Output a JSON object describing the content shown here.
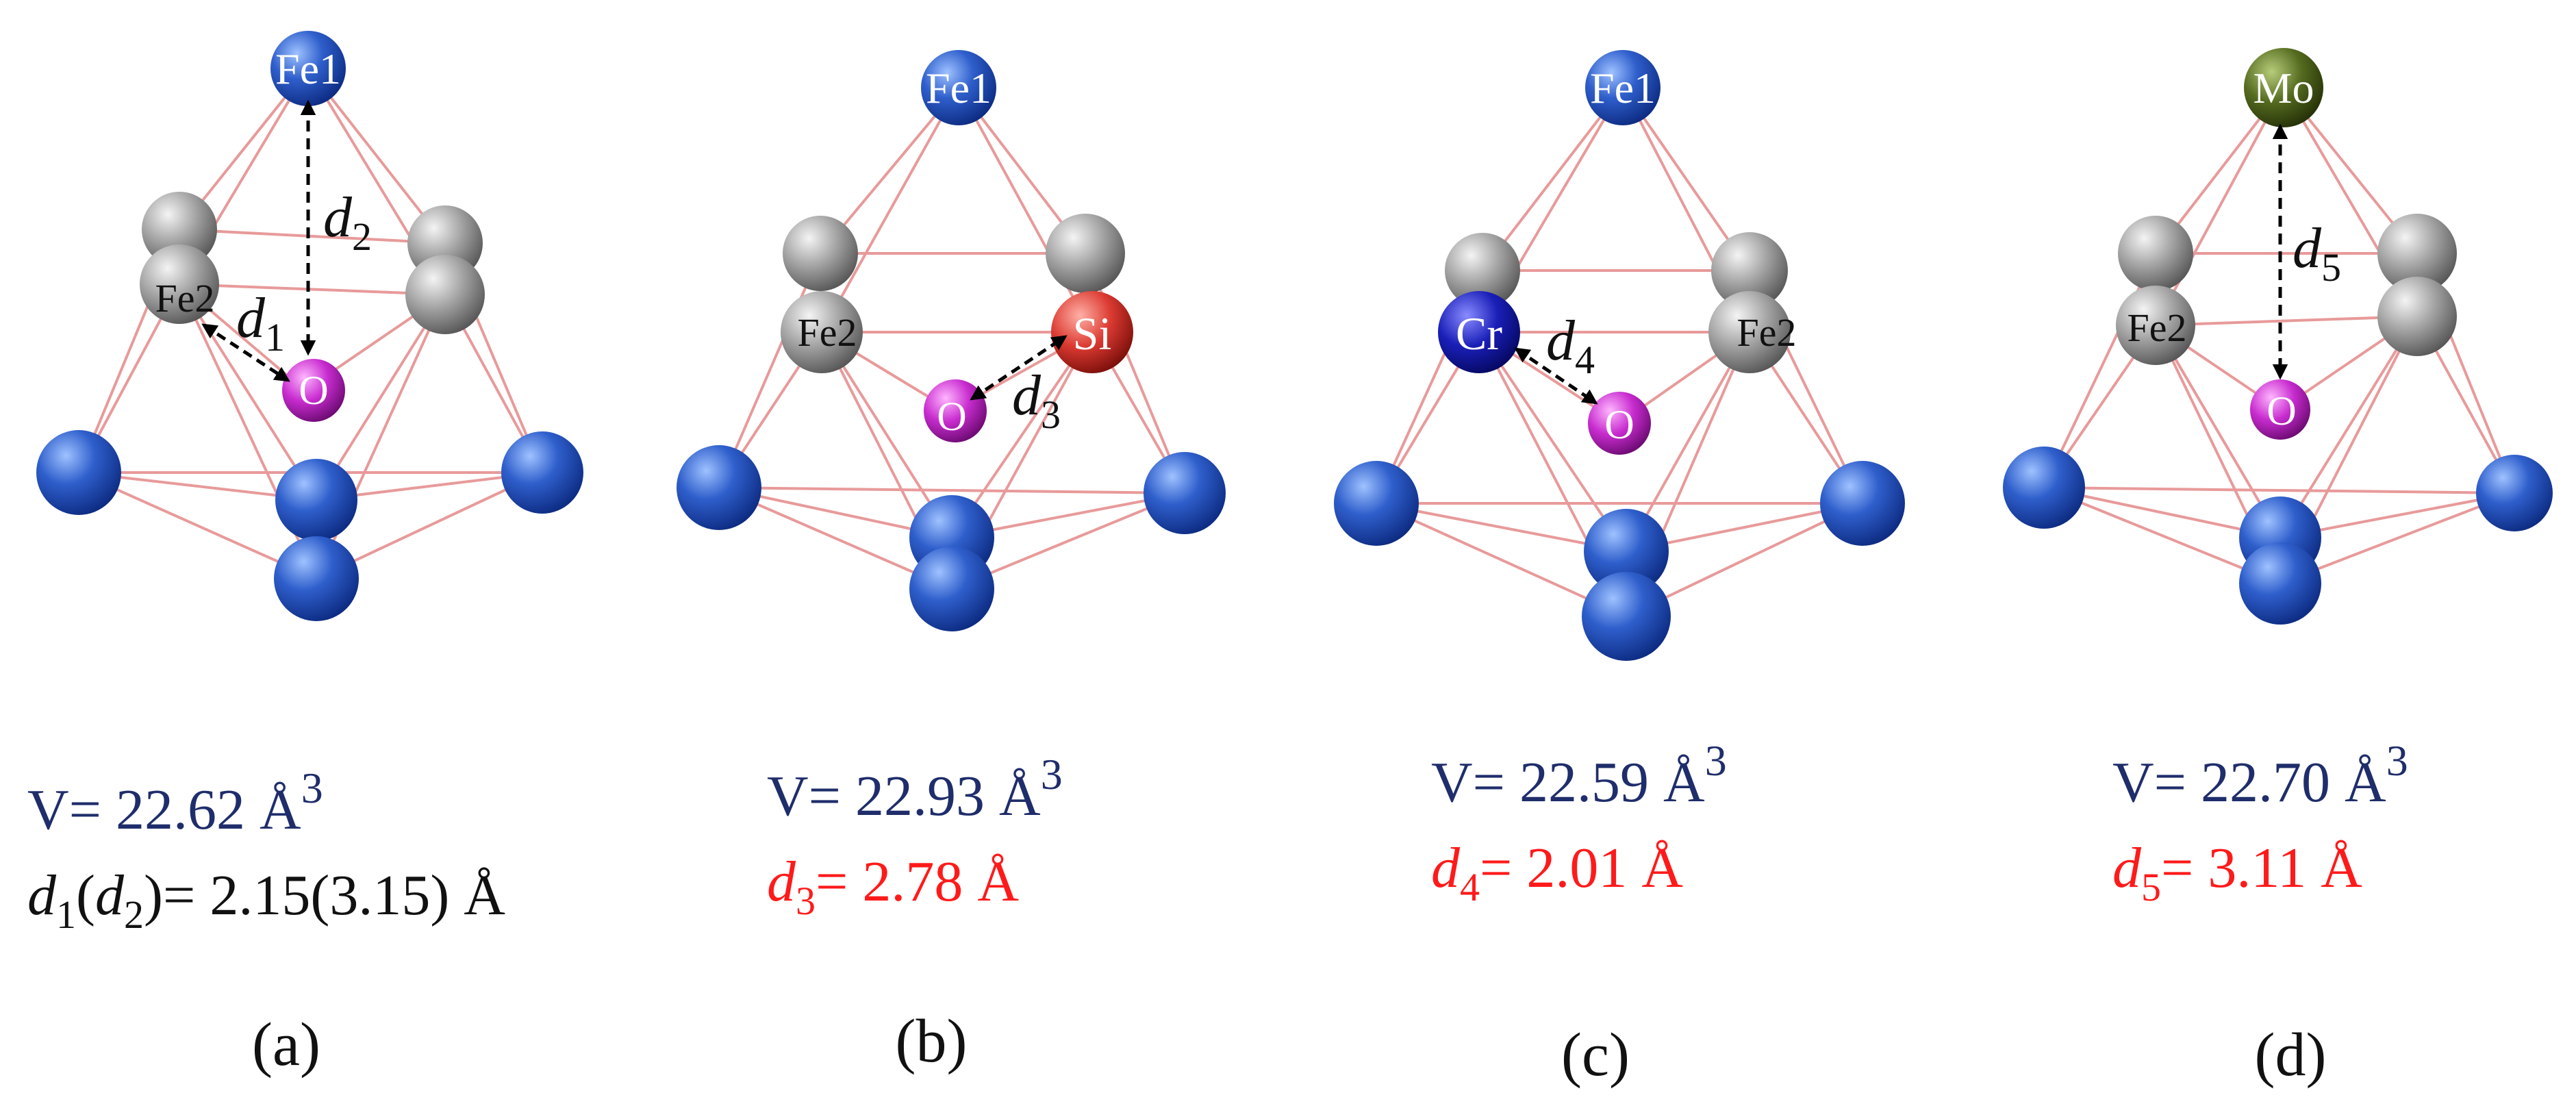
{
  "colors": {
    "bond": "#e89a9a",
    "fe_blue": "#2f5fcc",
    "fe_gray": "#a3a3a3",
    "oxygen": "#c82ccf",
    "si": "#dc3b32",
    "cr": "#1a1fb8",
    "mo": "#556b1f",
    "volume_text": "#1f2d6b",
    "red_text": "#ff1a1a",
    "black_text": "#111111"
  },
  "panels": [
    {
      "id": "a",
      "label": "(a)",
      "atom_labels": {
        "top": "Fe1",
        "left": "Fe2",
        "oxygen": "O"
      },
      "distance_labels": [
        {
          "sym": "d",
          "sub": "1"
        },
        {
          "sym": "d",
          "sub": "2"
        }
      ],
      "volume": {
        "prefix": "V= ",
        "value": "22.62",
        "unit": "Å",
        "exp": "3"
      },
      "distance_line": {
        "sym1": "d",
        "sub1": "1",
        "paren_open": "(",
        "sym2": "d",
        "sub2": "2",
        "paren_close": ")",
        "eq": "= 2.15(3.15) Å"
      }
    },
    {
      "id": "b",
      "label": "(b)",
      "atom_labels": {
        "top": "Fe1",
        "left": "Fe2",
        "dopant": "Si",
        "oxygen": "O"
      },
      "distance_labels": [
        {
          "sym": "d",
          "sub": "3"
        }
      ],
      "volume": {
        "prefix": "V= ",
        "value": "22.93",
        "unit": "Å",
        "exp": "3"
      },
      "distance_line": {
        "sym": "d",
        "sub": "3",
        "eq": "= 2.78 Å"
      }
    },
    {
      "id": "c",
      "label": "(c)",
      "atom_labels": {
        "top": "Fe1",
        "dopant": "Cr",
        "right": "Fe2",
        "oxygen": "O"
      },
      "distance_labels": [
        {
          "sym": "d",
          "sub": "4"
        }
      ],
      "volume": {
        "prefix": "V= ",
        "value": "22.59",
        "unit": "Å",
        "exp": "3"
      },
      "distance_line": {
        "sym": "d",
        "sub": "4",
        "eq": "= 2.01 Å"
      }
    },
    {
      "id": "d",
      "label": "(d)",
      "atom_labels": {
        "top": "Mo",
        "left": "Fe2",
        "oxygen": "O"
      },
      "distance_labels": [
        {
          "sym": "d",
          "sub": "5"
        }
      ],
      "volume": {
        "prefix": "V= ",
        "value": "22.70",
        "unit": "Å",
        "exp": "3"
      },
      "distance_line": {
        "sym": "d",
        "sub": "5",
        "eq": "= 3.11 Å"
      }
    }
  ]
}
